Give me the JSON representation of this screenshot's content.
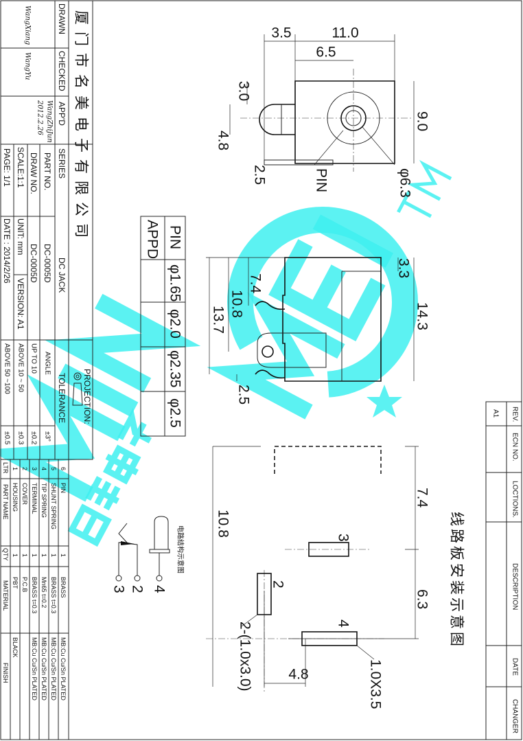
{
  "title_block": {
    "company": "厦门市名美电子有限公司",
    "drawn_label": "DRAWN",
    "checked_label": "CHECKED",
    "appd_label": "APP'D",
    "drawn_sig": "WangXiang",
    "checked_sig": "WangYu",
    "appd_sig": "WangZhiJun",
    "appd_date": "2012.2.26",
    "series_label": "SERIES",
    "series_value": "DC JACK",
    "part_no_label": "PART NO.",
    "part_no_value": "DC-0005D",
    "draw_no_label": "DRAW NO.",
    "draw_no_value": "DC-0005D",
    "scale": "SCALE:1:1",
    "unit": "UNIT: mm",
    "version": "VERSION: A1",
    "page": "PAGE: 1/1",
    "date": "DATE : 2014/2/26",
    "projection_label": "PROJECTION:",
    "tolerance_label": "TOLERANCE",
    "tolerances": [
      {
        "range": "ANGLE",
        "value": "±3°"
      },
      {
        "range": "UP TO 10",
        "value": "±0.2"
      },
      {
        "range": "ABOVE 10 ~ 50",
        "value": "±0.3"
      },
      {
        "range": "ABOVE 50 ~100",
        "value": "±0.5"
      }
    ]
  },
  "parts_table": {
    "headers": {
      "ltr": "LTR",
      "name": "PART NAME",
      "qty": "QTY",
      "material": "MATERIAL",
      "finish": "FINISH"
    },
    "rows": [
      {
        "ltr": "1",
        "name": "HOUSING",
        "qty": "1",
        "material": "PBT",
        "finish": "BLACK"
      },
      {
        "ltr": "2",
        "name": "COVER",
        "qty": "1",
        "material": "P.C.B",
        "finish": ""
      },
      {
        "ltr": "3",
        "name": "TERMINAL",
        "qty": "1",
        "material": "BRASS  t=0.3",
        "finish": "MB:Cu   Cu/Sn   PLATED"
      },
      {
        "ltr": "4",
        "name": "TIP SPRING",
        "qty": "1",
        "material": "Mn65  t=0.2",
        "finish": "MB:Cu   Cu/Sn   PLATED"
      },
      {
        "ltr": "5",
        "name": "SHUNT SPRING",
        "qty": "1",
        "material": "BRASS  t=0.3",
        "finish": "MB:Cu   Cu/Sn   PLATED"
      },
      {
        "ltr": "6",
        "name": "PIN",
        "qty": "1",
        "material": "BRASS",
        "finish": "MB:Cu   Cu/Sn   PLATED"
      }
    ]
  },
  "revision_table": {
    "headers": [
      "REV.",
      "ECN NO.",
      "LOCTIONS.",
      "DESCRIPTION",
      "DATE",
      "CHANGER"
    ],
    "values": [
      "A1",
      "",
      "",
      "",
      "",
      ""
    ]
  },
  "pin_table": {
    "header_pin": "PIN",
    "header_appd": "APPD",
    "pins": [
      "φ1.65",
      "φ2.0",
      "φ2.35",
      "φ2.5"
    ]
  },
  "top_view": {
    "dims": {
      "d35": "3.5",
      "d110": "11.0",
      "d65": "6.5",
      "d30": "3.0",
      "d48": "4.8",
      "d25": "2.5",
      "d90": "9.0",
      "d63": "φ6.3"
    },
    "pin_label": "PIN"
  },
  "side_view": {
    "dims": {
      "d33": "3.3",
      "d143": "14.3",
      "d74": "7.4",
      "d108": "10.8",
      "d137": "13.7",
      "d25": "2.5"
    }
  },
  "pcb_layout": {
    "title": "线路板安装示意图",
    "dims": {
      "d74": "7.4",
      "d63": "6.3",
      "d108": "10.8",
      "d48": "4.8"
    },
    "pad_labels": {
      "p2": "2",
      "p3": "3",
      "p4": "4"
    },
    "hole_note_2": "2-(1.0x3.0)",
    "hole_note_4": "1.0X3.5"
  },
  "schematic": {
    "title": "电路结构示意图",
    "terminals": [
      "3",
      "2",
      "4"
    ]
  },
  "watermark": {
    "text": "MINGMEI",
    "tm": "TM",
    "cn": "名美电子",
    "color": "#3ff0f0"
  }
}
